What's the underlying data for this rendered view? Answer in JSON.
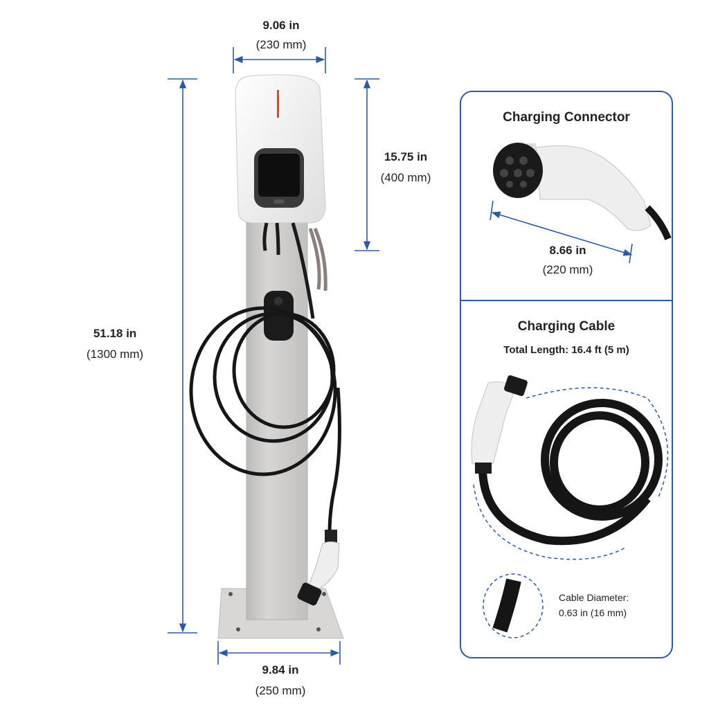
{
  "dimensions": {
    "top_width": {
      "value": "9.06 in",
      "sub": "(230 mm)"
    },
    "total_height": {
      "value": "51.18 in",
      "sub": "(1300 mm)"
    },
    "unit_height": {
      "value": "15.75 in",
      "sub": "(400 mm)"
    },
    "base_width": {
      "value": "9.84 in",
      "sub": "(250 mm)"
    }
  },
  "connector_panel": {
    "title": "Charging Connector",
    "length": {
      "value": "8.66 in",
      "sub": "(220 mm)"
    }
  },
  "cable_panel": {
    "title": "Charging Cable",
    "total_length": "Total Length: 16.4 ft (5 m)",
    "diameter_label": "Cable Diameter:",
    "diameter_value": "0.63 in (16 mm)"
  },
  "colors": {
    "dimension_line": "#2c5aa8",
    "post": "#cfcdcb",
    "charger_body": "#f2f2f2",
    "cable": "#1a1a1a"
  }
}
